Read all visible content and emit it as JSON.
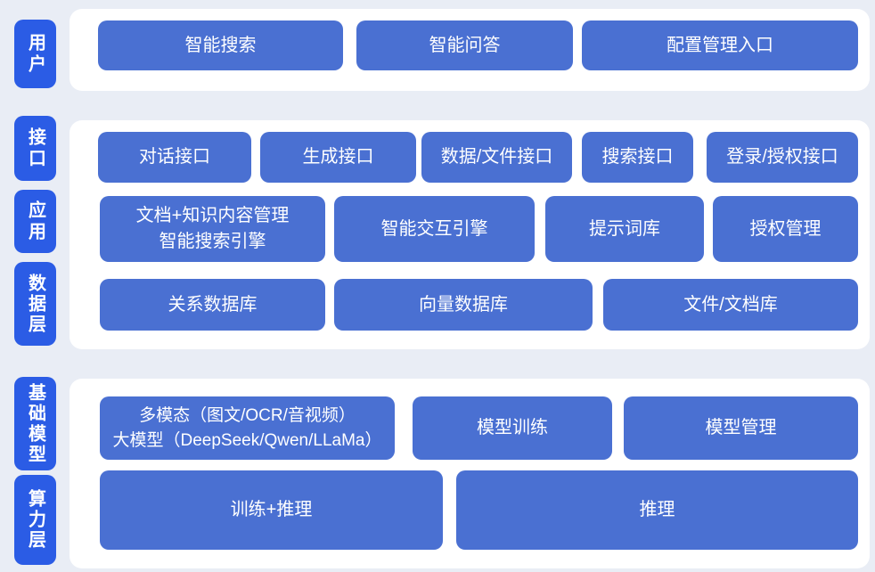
{
  "colors": {
    "background": "#e9edf5",
    "panel": "#ffffff",
    "layer_label_blue": "#2b5ce5",
    "node_blue": "#4a70d2",
    "text_white": "#ffffff"
  },
  "user_layer": {
    "label": "用户",
    "nodes": [
      "智能搜索",
      "智能问答",
      "配置管理入口"
    ]
  },
  "interface_layer": {
    "label": "接口",
    "nodes": [
      "对话接口",
      "生成接口",
      "数据/文件接口",
      "搜索接口",
      "登录/授权接口"
    ]
  },
  "application_layer": {
    "label": "应用",
    "nodes": [
      "文档+知识内容管理\n智能搜索引擎",
      "智能交互引擎",
      "提示词库",
      "授权管理"
    ]
  },
  "data_layer": {
    "label": "数据层",
    "nodes": [
      "关系数据库",
      "向量数据库",
      "文件/文档库"
    ]
  },
  "foundation_model_layer": {
    "label": "基础模型",
    "nodes": [
      "多模态（图文/OCR/音视频）\n大模型（DeepSeek/Qwen/LLaMa）",
      "模型训练",
      "模型管理"
    ]
  },
  "compute_layer": {
    "label": "算力层",
    "nodes": [
      "训练+推理",
      "推理"
    ]
  }
}
